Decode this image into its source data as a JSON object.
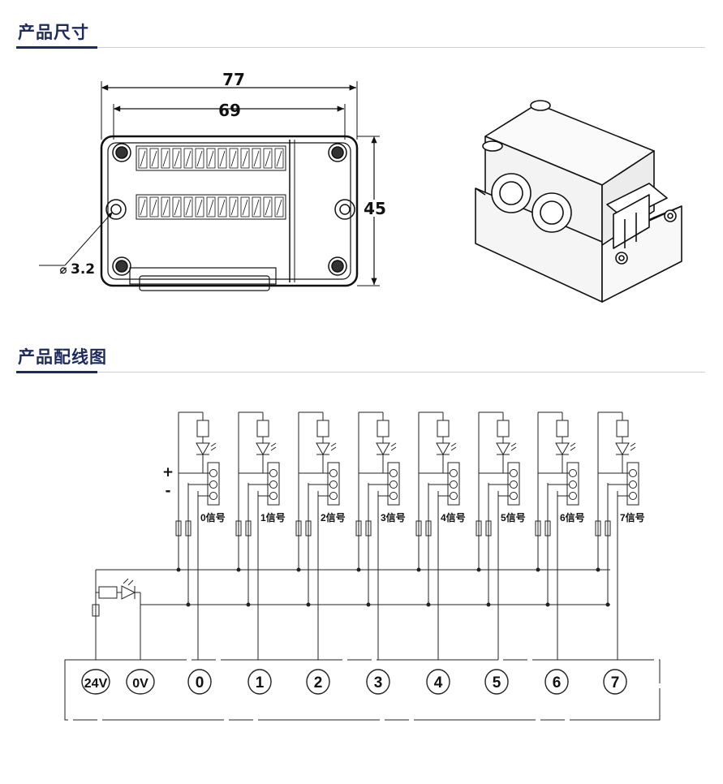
{
  "sections": {
    "dimensions_title": "产品尺寸",
    "wiring_title": "产品配线图"
  },
  "dimensions": {
    "outer_width": "77",
    "inner_width": "69",
    "height": "45",
    "hole_diameter": "3.2",
    "diameter_symbol": "⌀"
  },
  "wiring": {
    "plus": "+",
    "minus": "-",
    "signals": [
      "0信号",
      "1信号",
      "2信号",
      "3信号",
      "4信号",
      "5信号",
      "6信号",
      "7信号"
    ],
    "terminals": [
      "24V",
      "0V",
      "0",
      "1",
      "2",
      "3",
      "4",
      "5",
      "6",
      "7"
    ]
  },
  "colors": {
    "accent": "#1d2a5e",
    "line": "#222222",
    "rule": "#cfcfcf"
  }
}
